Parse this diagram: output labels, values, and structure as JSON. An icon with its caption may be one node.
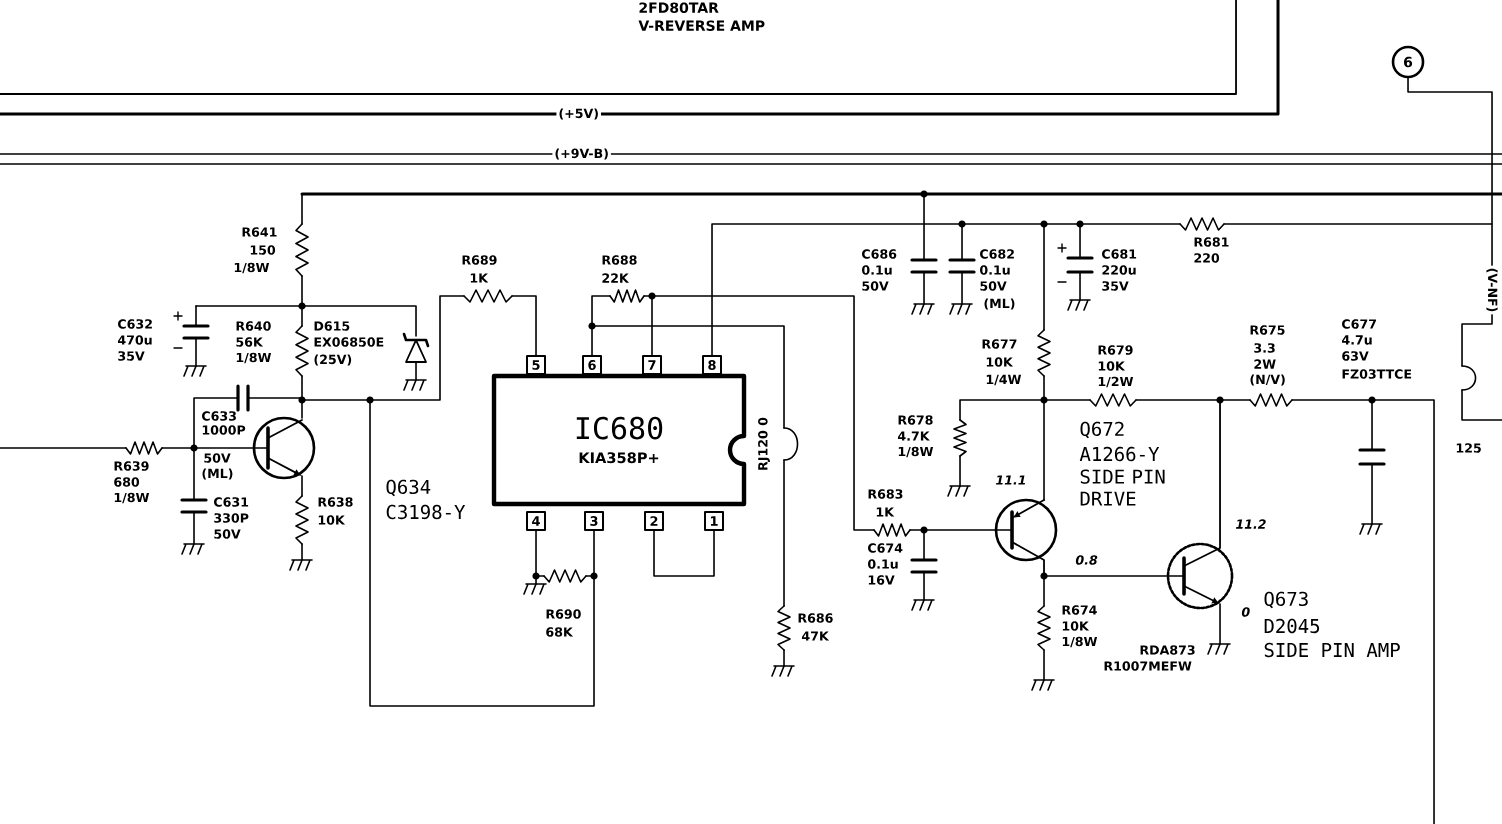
{
  "diagram": {
    "nodes": [
      {
        "text": [
          "2FD80TAR",
          "V-REVERSE AMP"
        ]
      },
      {
        "text": [
          "IC680",
          "KIA358P+"
        ]
      }
    ],
    "labels": [
      "(+5V)",
      "(+9V-B)",
      "R641",
      "150",
      "1/8W",
      "C632",
      "470u",
      "35V",
      "R640",
      "56K",
      "1/8W",
      "D615",
      "EX06850E",
      "(25V)",
      "R689",
      "1K",
      "R688",
      "22K",
      "C686",
      "0.1u",
      "50V",
      "C682",
      "0.1u",
      "50V",
      "(ML)",
      "C681",
      "220u",
      "35V",
      "R681",
      "220",
      "(V-NF)",
      "C633",
      "1000P",
      "50V",
      "(ML)",
      "R639",
      "680",
      "1/8W",
      "C631",
      "330P",
      "50V",
      "R638",
      "10K",
      "Q634",
      "C3198-Y",
      "RJ120 0",
      "R690",
      "68K",
      "R686",
      "47K",
      "R677",
      "10K",
      "1/4W",
      "R679",
      "10K",
      "1/2W",
      "R675",
      "3.3",
      "2W",
      "(N/V)",
      "C677",
      "4.7u",
      "63V",
      "FZ03TTCE",
      "R678",
      "4.7K",
      "1/8W",
      "11.1",
      "Q672",
      "A1266-Y",
      "SIDE PIN DRIVE",
      "R683",
      "1K",
      "C674",
      "0.1u",
      "16V",
      "0.8",
      "11.2",
      "R674",
      "10K",
      "1/8W",
      "RDA873",
      "R1007MEFW",
      "0",
      "Q673",
      "D2045",
      "SIDE PIN AMP",
      "125",
      "5",
      "6",
      "7",
      "8",
      "4",
      "3",
      "2",
      "1",
      "6"
    ]
  }
}
